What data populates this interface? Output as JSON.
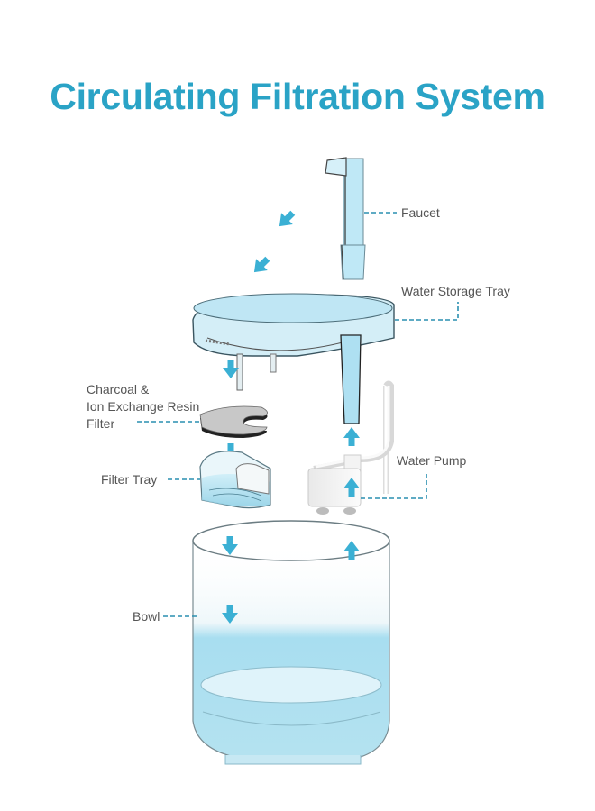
{
  "title": "Circulating Filtration System",
  "colors": {
    "accent": "#2aa3c6",
    "arrow": "#3bb0d4",
    "water": "#a9dcee",
    "label_text": "#555555",
    "leader_line": "#2a8fb0"
  },
  "components": [
    {
      "id": "faucet",
      "label": "Faucet"
    },
    {
      "id": "water-storage-tray",
      "label": "Water Storage Tray"
    },
    {
      "id": "filter",
      "label_lines": [
        "Charcoal &",
        "Ion Exchange Resin",
        "Filter"
      ]
    },
    {
      "id": "filter-tray",
      "label": "Filter Tray"
    },
    {
      "id": "water-pump",
      "label": "Water Pump"
    },
    {
      "id": "bowl",
      "label": "Bowl"
    }
  ],
  "flow_arrows": [
    {
      "id": "inflow-1",
      "direction": "down-left"
    },
    {
      "id": "inflow-2",
      "direction": "down-left"
    },
    {
      "id": "tray-to-filter",
      "direction": "down"
    },
    {
      "id": "filter-to-filter-tray",
      "direction": "down"
    },
    {
      "id": "filter-tray-to-bowl",
      "direction": "down"
    },
    {
      "id": "bowl-inner",
      "direction": "down"
    },
    {
      "id": "bowl-to-pump",
      "direction": "up"
    },
    {
      "id": "pump-intake",
      "direction": "up"
    },
    {
      "id": "pump-to-tube",
      "direction": "up"
    }
  ]
}
